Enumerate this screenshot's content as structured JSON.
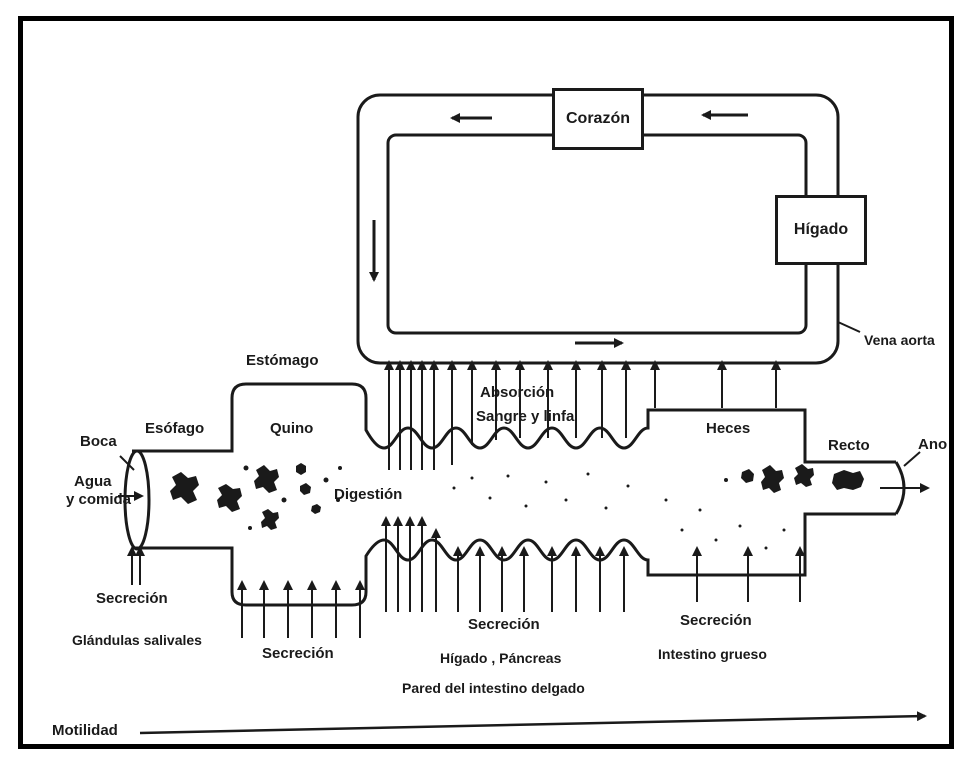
{
  "labels": {
    "corazon": "Corazón",
    "higado_box": "Hígado",
    "vena_aorta": "Vena aorta",
    "estomago": "Estómago",
    "esofago": "Esófago",
    "boca": "Boca",
    "quino": "Quino",
    "absorcion": "Absorción",
    "sangre_linfa": "Sangre y linfa",
    "heces": "Heces",
    "recto": "Recto",
    "ano": "Ano",
    "agua": "Agua",
    "y_comida": "y comida",
    "digestion": "Digestión",
    "secrecion_boca": "Secreción",
    "glandulas": "Glándulas salivales",
    "secrecion_estomago": "Secreción",
    "secrecion_intestino": "Secreción",
    "higado_pancreas": "Hígado , Páncreas",
    "pared_intestino": "Pared del intestino delgado",
    "secrecion_grueso": "Secreción",
    "intestino_grueso": "Intestino grueso",
    "motilidad": "Motilidad"
  },
  "colors": {
    "ink": "#1a1a1a",
    "frame": "#000000",
    "background": "#ffffff"
  }
}
